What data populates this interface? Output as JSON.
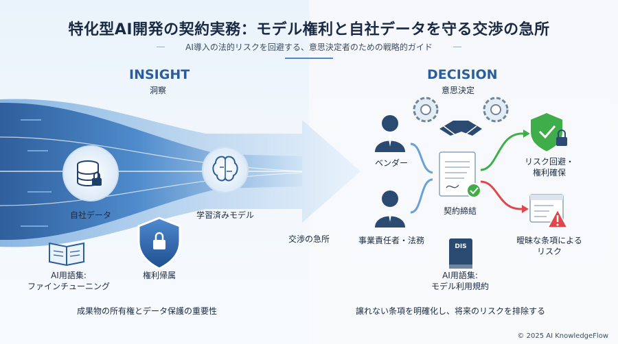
{
  "title": "特化型AI開発の契約実務：モデル権利と自社データを守る交渉の急所",
  "subtitle": "AI導入の法的リスクを回避する、意思決定者のための戦略的ガイド",
  "insight": {
    "title": "INSIGHT",
    "subtitle": "洞察",
    "own_data": "自社データ",
    "trained_model": "学習済みモデル",
    "rights": "権利帰属",
    "glossary_line1": "AI用語集:",
    "glossary_line2": "ファインチューニング",
    "footer": "成果物の所有権とデータ保護の重要性"
  },
  "center_label": "交渉の急所",
  "decision": {
    "title": "DECISION",
    "subtitle": "意思決定",
    "vendor": "ベンダー",
    "business": "事業責任者・法務",
    "contract": "契約締結",
    "risk_avoid_line1": "リスク回避・",
    "risk_avoid_line2": "権利確保",
    "ambiguous_line1": "曖昧な条項による",
    "ambiguous_line2": "リスク",
    "book_tag": "DIS",
    "glossary_line1": "AI用語集:",
    "glossary_line2": "モデル利用規約",
    "footer": "譲れない条項を明確化し、将来のリスクを排除する"
  },
  "copyright": "© 2025 AI KnowledgeFlow",
  "colors": {
    "accent": "#2a5d9a",
    "green": "#3fae4a",
    "red": "#e0474c"
  }
}
